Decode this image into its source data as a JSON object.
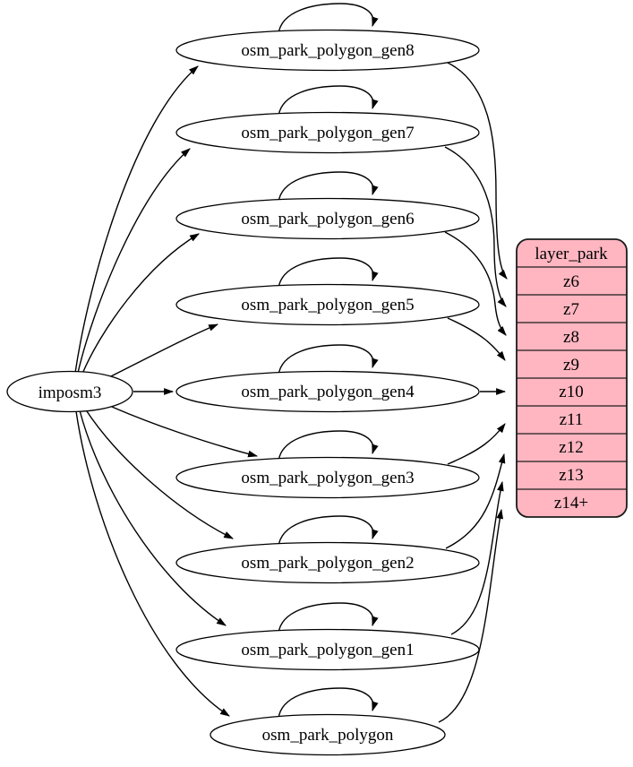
{
  "colors": {
    "layer_fill": "#ffb6c1",
    "node_fill": "#ffffff",
    "edge": "#000000"
  },
  "nodes": {
    "imposm3": {
      "label": "imposm3"
    },
    "gen8": {
      "label": "osm_park_polygon_gen8"
    },
    "gen7": {
      "label": "osm_park_polygon_gen7"
    },
    "gen6": {
      "label": "osm_park_polygon_gen6"
    },
    "gen5": {
      "label": "osm_park_polygon_gen5"
    },
    "gen4": {
      "label": "osm_park_polygon_gen4"
    },
    "gen3": {
      "label": "osm_park_polygon_gen3"
    },
    "gen2": {
      "label": "osm_park_polygon_gen2"
    },
    "gen1": {
      "label": "osm_park_polygon_gen1"
    },
    "polygon": {
      "label": "osm_park_polygon"
    }
  },
  "layer": {
    "title": "layer_park",
    "rows": [
      "z6",
      "z7",
      "z8",
      "z9",
      "z10",
      "z11",
      "z12",
      "z13",
      "z14+"
    ]
  },
  "edges": [
    {
      "from": "imposm3",
      "to": "osm_park_polygon_gen8"
    },
    {
      "from": "imposm3",
      "to": "osm_park_polygon_gen7"
    },
    {
      "from": "imposm3",
      "to": "osm_park_polygon_gen6"
    },
    {
      "from": "imposm3",
      "to": "osm_park_polygon_gen5"
    },
    {
      "from": "imposm3",
      "to": "osm_park_polygon_gen4"
    },
    {
      "from": "imposm3",
      "to": "osm_park_polygon_gen3"
    },
    {
      "from": "imposm3",
      "to": "osm_park_polygon_gen2"
    },
    {
      "from": "imposm3",
      "to": "osm_park_polygon_gen1"
    },
    {
      "from": "imposm3",
      "to": "osm_park_polygon"
    },
    {
      "from": "osm_park_polygon_gen8",
      "to": "osm_park_polygon_gen8"
    },
    {
      "from": "osm_park_polygon_gen7",
      "to": "osm_park_polygon_gen7"
    },
    {
      "from": "osm_park_polygon_gen6",
      "to": "osm_park_polygon_gen6"
    },
    {
      "from": "osm_park_polygon_gen5",
      "to": "osm_park_polygon_gen5"
    },
    {
      "from": "osm_park_polygon_gen4",
      "to": "osm_park_polygon_gen4"
    },
    {
      "from": "osm_park_polygon_gen3",
      "to": "osm_park_polygon_gen3"
    },
    {
      "from": "osm_park_polygon_gen2",
      "to": "osm_park_polygon_gen2"
    },
    {
      "from": "osm_park_polygon_gen1",
      "to": "osm_park_polygon_gen1"
    },
    {
      "from": "osm_park_polygon",
      "to": "osm_park_polygon"
    },
    {
      "from": "osm_park_polygon_gen8",
      "to": "layer_park:z6"
    },
    {
      "from": "osm_park_polygon_gen7",
      "to": "layer_park:z7"
    },
    {
      "from": "osm_park_polygon_gen6",
      "to": "layer_park:z8"
    },
    {
      "from": "osm_park_polygon_gen5",
      "to": "layer_park:z9"
    },
    {
      "from": "osm_park_polygon_gen4",
      "to": "layer_park:z10"
    },
    {
      "from": "osm_park_polygon_gen3",
      "to": "layer_park:z11"
    },
    {
      "from": "osm_park_polygon_gen2",
      "to": "layer_park:z12"
    },
    {
      "from": "osm_park_polygon_gen1",
      "to": "layer_park:z13"
    },
    {
      "from": "osm_park_polygon",
      "to": "layer_park:z14+"
    }
  ]
}
